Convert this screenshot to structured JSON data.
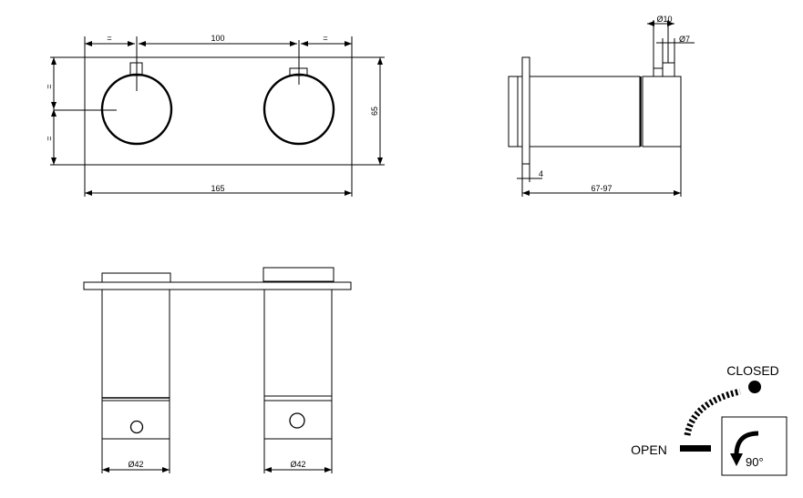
{
  "front_view": {
    "dim_left_eq": "=",
    "dim_center": "100",
    "dim_right_eq": "=",
    "dim_height": "65",
    "dim_width": "165",
    "vertical_eq_top": "=",
    "vertical_eq_bottom": "="
  },
  "side_view": {
    "dia_outer": "Ø10",
    "dia_inner": "Ø7",
    "dim_flange": "4",
    "dim_depth": "67-97"
  },
  "bottom_view": {
    "dia_left": "Ø42",
    "dia_right": "Ø42"
  },
  "rotation_symbol": {
    "closed_label": "CLOSED",
    "open_label": "OPEN",
    "angle_label": "90°"
  }
}
